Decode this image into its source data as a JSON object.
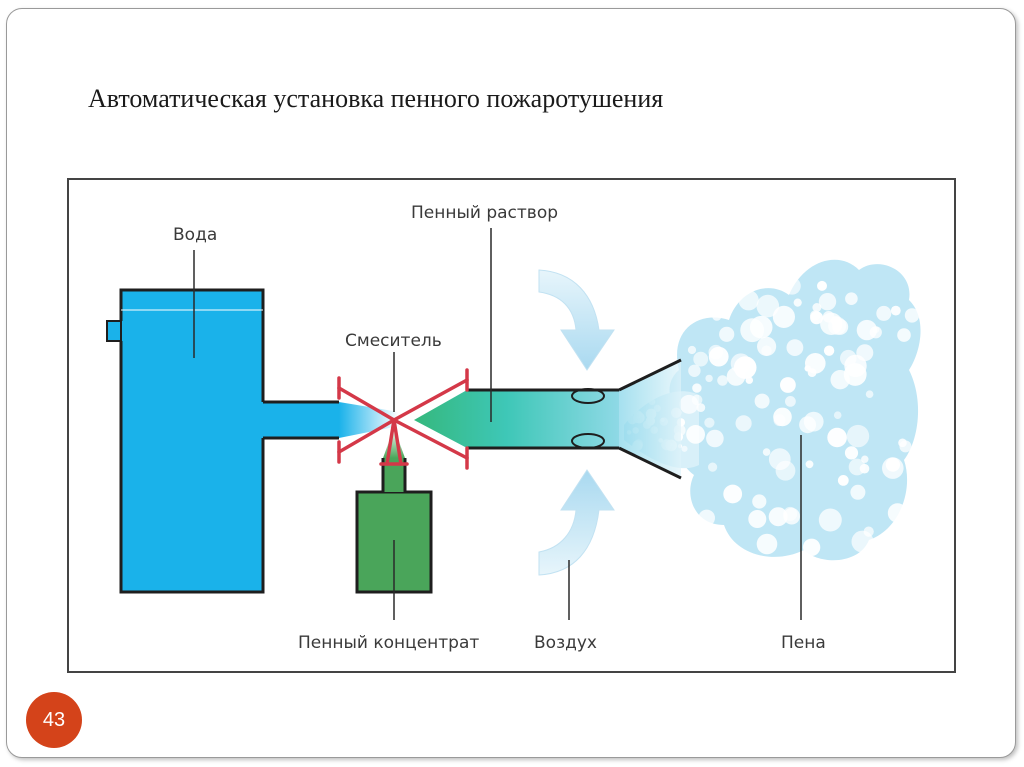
{
  "slide": {
    "title": "Автоматическая установка пенного пожаротушения",
    "page_number": "43"
  },
  "diagram": {
    "labels": {
      "water": "Вода",
      "foam_solution": "Пенный раствор",
      "mixer": "Смеситель",
      "foam_concentrate": "Пенный концентрат",
      "air": "Воздух",
      "foam": "Пена"
    },
    "colors": {
      "water": "#1ab2ea",
      "concentrate": "#4aa55a",
      "solution": "#3ec7b7",
      "mixer": "#d43848",
      "air_arrow": "#c9e8f6",
      "foam": "#bfe6f5",
      "outline": "#1e1e1e",
      "badge": "#d4431a"
    }
  }
}
